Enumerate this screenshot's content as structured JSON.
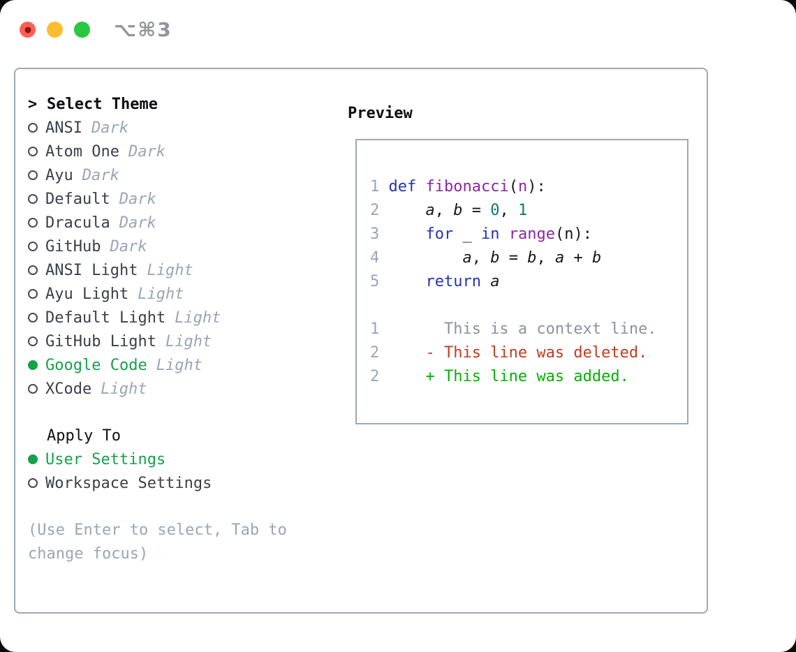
{
  "window": {
    "title": "⌥⌘3",
    "controls": {
      "close_color": "#ff5f57",
      "close_dot_color": "#87170f",
      "minimize_color": "#febc2e",
      "zoom_color": "#28c840"
    }
  },
  "theme_selector": {
    "header_prefix": ">",
    "header_label": "Select Theme",
    "items": [
      {
        "name": "ANSI",
        "variant": "Dark",
        "selected": false
      },
      {
        "name": "Atom One",
        "variant": "Dark",
        "selected": false
      },
      {
        "name": "Ayu",
        "variant": "Dark",
        "selected": false
      },
      {
        "name": "Default",
        "variant": "Dark",
        "selected": false
      },
      {
        "name": "Dracula",
        "variant": "Dark",
        "selected": false
      },
      {
        "name": "GitHub",
        "variant": "Dark",
        "selected": false
      },
      {
        "name": "ANSI Light",
        "variant": "Light",
        "selected": false
      },
      {
        "name": "Ayu Light",
        "variant": "Light",
        "selected": false
      },
      {
        "name": "Default Light",
        "variant": "Light",
        "selected": false
      },
      {
        "name": "GitHub Light",
        "variant": "Light",
        "selected": false
      },
      {
        "name": "Google Code",
        "variant": "Light",
        "selected": true
      },
      {
        "name": "XCode",
        "variant": "Light",
        "selected": false
      }
    ],
    "apply_to": {
      "label": "Apply To",
      "options": [
        {
          "name": "User Settings",
          "selected": true
        },
        {
          "name": "Workspace Settings",
          "selected": false
        }
      ]
    },
    "hint": "(Use Enter to select, Tab to change focus)"
  },
  "preview": {
    "label": "Preview",
    "code_lines": [
      {
        "num": "1",
        "segments": [
          {
            "t": "def",
            "c": "kw"
          },
          {
            "t": " ",
            "c": "pl"
          },
          {
            "t": "fibonacci",
            "c": "fn"
          },
          {
            "t": "(",
            "c": "pl"
          },
          {
            "t": "n",
            "c": "fn"
          },
          {
            "t": "):",
            "c": "pl"
          }
        ]
      },
      {
        "num": "2",
        "segments": [
          {
            "t": "    ",
            "c": "pl"
          },
          {
            "t": "a",
            "c": "var"
          },
          {
            "t": ", ",
            "c": "pl"
          },
          {
            "t": "b",
            "c": "var"
          },
          {
            "t": " = ",
            "c": "pl"
          },
          {
            "t": "0",
            "c": "num"
          },
          {
            "t": ", ",
            "c": "pl"
          },
          {
            "t": "1",
            "c": "num"
          }
        ]
      },
      {
        "num": "3",
        "segments": [
          {
            "t": "    ",
            "c": "pl"
          },
          {
            "t": "for",
            "c": "kw"
          },
          {
            "t": " _ ",
            "c": "pl"
          },
          {
            "t": "in",
            "c": "kw"
          },
          {
            "t": " ",
            "c": "pl"
          },
          {
            "t": "range",
            "c": "fn"
          },
          {
            "t": "(n):",
            "c": "pl"
          }
        ]
      },
      {
        "num": "4",
        "segments": [
          {
            "t": "        ",
            "c": "pl"
          },
          {
            "t": "a",
            "c": "var"
          },
          {
            "t": ", ",
            "c": "pl"
          },
          {
            "t": "b",
            "c": "var"
          },
          {
            "t": " = ",
            "c": "pl"
          },
          {
            "t": "b",
            "c": "var"
          },
          {
            "t": ", ",
            "c": "pl"
          },
          {
            "t": "a",
            "c": "var"
          },
          {
            "t": " + ",
            "c": "pl"
          },
          {
            "t": "b",
            "c": "var"
          }
        ]
      },
      {
        "num": "5",
        "segments": [
          {
            "t": "    ",
            "c": "pl"
          },
          {
            "t": "return",
            "c": "kw"
          },
          {
            "t": " ",
            "c": "pl"
          },
          {
            "t": "a",
            "c": "var"
          }
        ]
      },
      {
        "num": "",
        "segments": []
      },
      {
        "num": "1",
        "segments": [
          {
            "t": "      This is a context line.",
            "c": "ctx"
          }
        ]
      },
      {
        "num": "2",
        "segments": [
          {
            "t": "    ",
            "c": "pl"
          },
          {
            "t": "- This line was deleted.",
            "c": "del"
          }
        ]
      },
      {
        "num": "2",
        "segments": [
          {
            "t": "    ",
            "c": "pl"
          },
          {
            "t": "+ This line was added.",
            "c": "add"
          }
        ]
      }
    ]
  },
  "colors": {
    "accent_green": "#15a24a",
    "keyword_blue": "#2531b8",
    "function_purple": "#8e24a5",
    "literal_teal": "#0f766e",
    "diff_context_gray": "#8b929c",
    "diff_deleted_red": "#c43a1f",
    "diff_added_green": "#00b200",
    "muted_gray": "#9aa5b5",
    "panel_border_gray": "#a0a8b4"
  }
}
